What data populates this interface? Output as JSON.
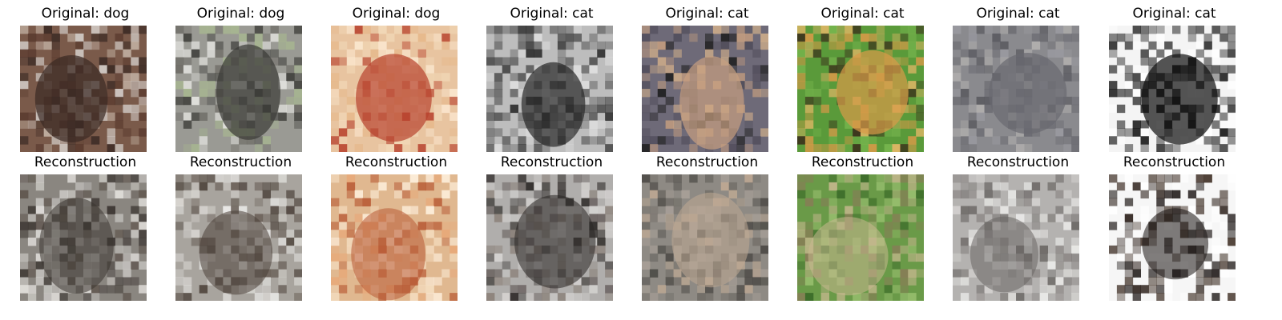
{
  "figure": {
    "rows": [
      {
        "row_id": "original",
        "panels": [
          {
            "title": "Original: dog",
            "bg": "#7a5a4a",
            "colors": [
              "#3b2a24",
              "#d9d4d0",
              "#5a3a2e",
              "#c8b8aa"
            ],
            "icon": "photo-icon"
          },
          {
            "title": "Original: dog",
            "bg": "#9a9a94",
            "colors": [
              "#3a3a36",
              "#e6e6e2",
              "#6e6c66",
              "#a8b890"
            ],
            "icon": "photo-icon"
          },
          {
            "title": "Original: dog",
            "bg": "#e8c4a0",
            "colors": [
              "#b8432e",
              "#f2d9b8",
              "#e6b88a",
              "#fbe8d0"
            ],
            "icon": "photo-icon"
          },
          {
            "title": "Original: cat",
            "bg": "#bdbdbd",
            "colors": [
              "#2a2a2a",
              "#6a6a6a",
              "#e0e0e0",
              "#4a4a4a"
            ],
            "icon": "photo-icon"
          },
          {
            "title": "Original: cat",
            "bg": "#6e6a78",
            "colors": [
              "#c8a080",
              "#d8b48c",
              "#504c5a",
              "#1a1a1a"
            ],
            "icon": "photo-icon"
          },
          {
            "title": "Original: cat",
            "bg": "#5a9a3a",
            "colors": [
              "#d89a48",
              "#3a2a1a",
              "#7ab850",
              "#e8b868"
            ],
            "icon": "photo-icon"
          },
          {
            "title": "Original: cat",
            "bg": "#8a8a8e",
            "colors": [
              "#6a6a70",
              "#b4b2b0",
              "#5a5a60",
              "#9a9aa0"
            ],
            "icon": "photo-icon"
          },
          {
            "title": "Original: cat",
            "bg": "#f4f4f4",
            "colors": [
              "#0e0e0e",
              "#1a1a1a",
              "#ffffff",
              "#2a2a2a"
            ],
            "icon": "photo-icon"
          }
        ]
      },
      {
        "row_id": "reconstruction",
        "panels": [
          {
            "title": "Reconstruction",
            "bg": "#8a8680",
            "colors": [
              "#3a3430",
              "#c8c6c2",
              "#5a5048",
              "#e6e4e0"
            ],
            "icon": "photo-icon"
          },
          {
            "title": "Reconstruction",
            "bg": "#a8a49e",
            "colors": [
              "#4a4038",
              "#dcdad6",
              "#6a6058",
              "#eeeeec"
            ],
            "icon": "photo-icon"
          },
          {
            "title": "Reconstruction",
            "bg": "#e0b890",
            "colors": [
              "#b85a34",
              "#f6e0c4",
              "#e8a878",
              "#fff2e0"
            ],
            "icon": "photo-icon"
          },
          {
            "title": "Reconstruction",
            "bg": "#b0aeac",
            "colors": [
              "#2a2624",
              "#6a6260",
              "#d8d6d4",
              "#8a8078"
            ],
            "icon": "photo-icon"
          },
          {
            "title": "Reconstruction",
            "bg": "#8e8a84",
            "colors": [
              "#c0aa94",
              "#6e6a64",
              "#a8a098",
              "#4a4844"
            ],
            "icon": "photo-icon"
          },
          {
            "title": "Reconstruction",
            "bg": "#6a9a48",
            "colors": [
              "#c8b890",
              "#3a6a28",
              "#9ac070",
              "#8a7a58"
            ],
            "icon": "photo-icon"
          },
          {
            "title": "Reconstruction",
            "bg": "#b4b2b0",
            "colors": [
              "#6a6664",
              "#dcdad8",
              "#8a8684",
              "#eeeeec"
            ],
            "icon": "photo-icon"
          },
          {
            "title": "Reconstruction",
            "bg": "#f6f6f6",
            "colors": [
              "#1a1412",
              "#3a2a20",
              "#ffffff",
              "#2a1e18"
            ],
            "icon": "photo-icon"
          }
        ]
      }
    ]
  }
}
